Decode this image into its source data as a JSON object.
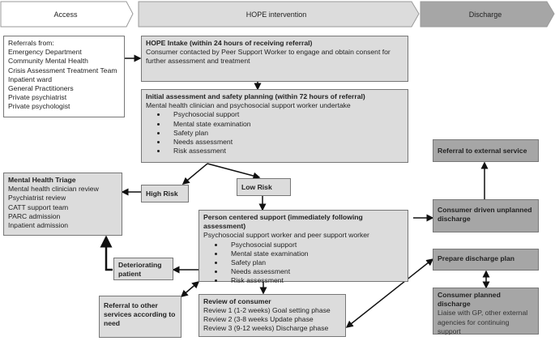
{
  "phases": [
    "Access",
    "HOPE intervention",
    "Discharge"
  ],
  "colors": {
    "light": "#dcdcdc",
    "dark": "#a6a6a6",
    "white": "#ffffff"
  },
  "referrals": {
    "title": "Referrals from:",
    "items": [
      "Emergency Department",
      "Community Mental Health",
      "Crisis Assessment Treatment Team",
      "Inpatient ward",
      "General Practitioners",
      "Private psychiatrist",
      "Private psychologist"
    ]
  },
  "intake": {
    "title": "HOPE Intake (within 24 hours of receiving referral)",
    "text": "Consumer contacted by Peer Support Worker to engage and obtain consent for further assessment and treatment"
  },
  "initial": {
    "title": "Initial assessment and safety planning (within 72 hours of referral)",
    "text": "Mental health clinician and psychosocial support worker undertake",
    "items": [
      "Psychosocial support",
      "Mental state examination",
      "Safety plan",
      "Needs assessment",
      "Risk assessment"
    ]
  },
  "high_risk": "High Risk",
  "low_risk": "Low Risk",
  "triage": {
    "title": "Mental Health Triage",
    "items": [
      "Mental health clinician review",
      "Psychiatrist review",
      "CATT support team",
      "PARC admission",
      "Inpatient admission"
    ]
  },
  "person": {
    "title": "Person centered support (immediately following assessment)",
    "text": "Psychosocial support worker and peer support worker",
    "items": [
      "Psychosocial support",
      "Mental state examination",
      "Safety plan",
      "Needs assessment",
      "Risk assessment"
    ]
  },
  "deteriorating": "Deteriorating patient",
  "referral_other": "Referral to other services according to need",
  "review": {
    "title": "Review of consumer",
    "items": [
      "Review 1 (1-2 weeks) Goal setting phase",
      "Review 2 (3-8 weeks Update phase",
      "Review 3 (9-12 weeks) Discharge phase"
    ]
  },
  "external": "Referral to external service",
  "unplanned": "Consumer driven unplanned discharge",
  "prepare": "Prepare discharge plan",
  "planned": {
    "title": "Consumer planned discharge",
    "text": "Liaise with GP, other external agencies for continuing support"
  }
}
